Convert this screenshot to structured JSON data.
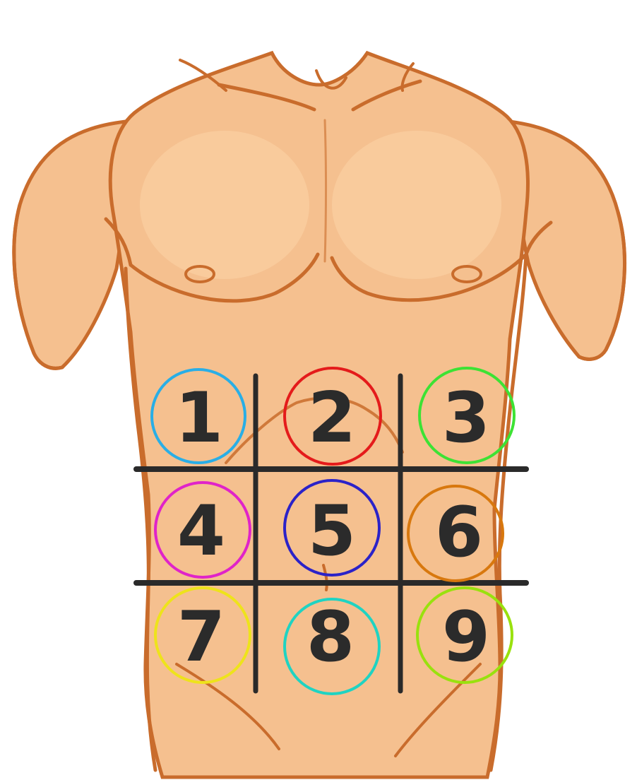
{
  "skin": {
    "base": "#f5c08f",
    "light": "#fbd3a8",
    "shade": "#e9a874",
    "outline": "#c96c2c"
  },
  "grid": {
    "color": "#2a2a2a"
  },
  "regions": [
    {
      "number": "1",
      "ring_color": "#29aee6"
    },
    {
      "number": "2",
      "ring_color": "#e41b1b"
    },
    {
      "number": "3",
      "ring_color": "#3de234"
    },
    {
      "number": "4",
      "ring_color": "#e023c9"
    },
    {
      "number": "5",
      "ring_color": "#2b22c8"
    },
    {
      "number": "6",
      "ring_color": "#d8780e"
    },
    {
      "number": "7",
      "ring_color": "#eee31b"
    },
    {
      "number": "8",
      "ring_color": "#1fd3c2"
    },
    {
      "number": "9",
      "ring_color": "#99e10e"
    }
  ]
}
